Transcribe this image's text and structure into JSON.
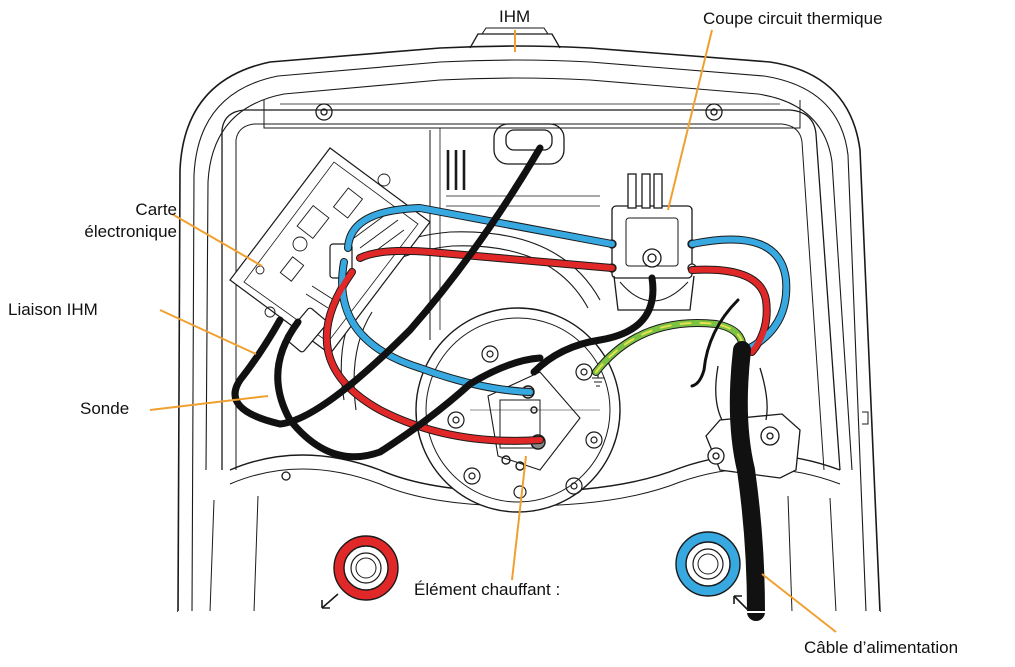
{
  "labels": {
    "ihm": "IHM",
    "thermal_cutout": "Coupe circuit thermique",
    "board_line1": "Carte",
    "board_line2": "électronique",
    "ihm_link": "Liaison IHM",
    "probe": "Sonde",
    "heating_element": "Élément chauffant :",
    "power_cable": "Câble d’alimentation"
  },
  "colors": {
    "outline": "#1a1a1a",
    "leader": "#f0a030",
    "wire_red": "#e02828",
    "wire_blue": "#38a8e0",
    "wire_black": "#111111",
    "wire_green": "#7cc242",
    "wire_yellow": "#e8e050",
    "hot_outlet_ring": "#e02828",
    "cold_outlet_ring": "#38a8e0"
  }
}
